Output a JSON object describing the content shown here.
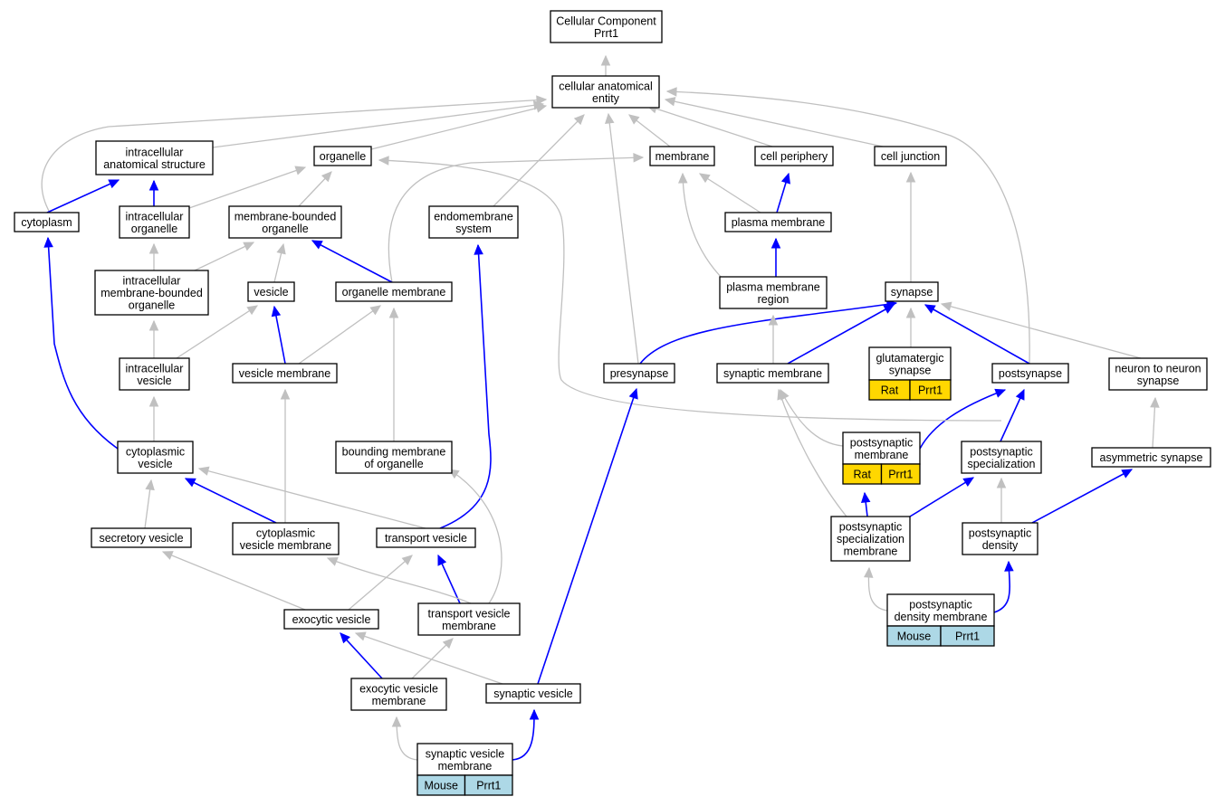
{
  "colors": {
    "is_a_edge": "#c0c0c0",
    "part_of_edge": "#0000ff",
    "rat_annotation": "#ffd700",
    "mouse_annotation": "#add8e6",
    "node_border": "#000000",
    "node_fill": "#ffffff"
  },
  "nodes": [
    {
      "id": "root",
      "lines": [
        "Cellular Component",
        "Prrt1"
      ]
    },
    {
      "id": "cae",
      "lines": [
        "cellular anatomical",
        "entity"
      ]
    },
    {
      "id": "ias",
      "lines": [
        "intracellular",
        "anatomical structure"
      ]
    },
    {
      "id": "organelle",
      "lines": [
        "organelle"
      ]
    },
    {
      "id": "membrane",
      "lines": [
        "membrane"
      ]
    },
    {
      "id": "cellperiphery",
      "lines": [
        "cell periphery"
      ]
    },
    {
      "id": "celljunction",
      "lines": [
        "cell junction"
      ]
    },
    {
      "id": "cytoplasm",
      "lines": [
        "cytoplasm"
      ]
    },
    {
      "id": "intraorg",
      "lines": [
        "intracellular",
        "organelle"
      ]
    },
    {
      "id": "mbo",
      "lines": [
        "membrane-bounded",
        "organelle"
      ]
    },
    {
      "id": "endomem",
      "lines": [
        "endomembrane",
        "system"
      ]
    },
    {
      "id": "plasmamem",
      "lines": [
        "plasma membrane"
      ]
    },
    {
      "id": "imbo",
      "lines": [
        "intracellular",
        "membrane-bounded",
        "organelle"
      ]
    },
    {
      "id": "vesicle",
      "lines": [
        "vesicle"
      ]
    },
    {
      "id": "orgmem",
      "lines": [
        "organelle membrane"
      ]
    },
    {
      "id": "pmregion",
      "lines": [
        "plasma membrane",
        "region"
      ]
    },
    {
      "id": "synapse",
      "lines": [
        "synapse"
      ]
    },
    {
      "id": "intraves",
      "lines": [
        "intracellular",
        "vesicle"
      ]
    },
    {
      "id": "vesmem",
      "lines": [
        "vesicle membrane"
      ]
    },
    {
      "id": "presynapse",
      "lines": [
        "presynapse"
      ]
    },
    {
      "id": "synmem",
      "lines": [
        "synaptic membrane"
      ]
    },
    {
      "id": "glusyn",
      "lines": [
        "glutamatergic",
        "synapse"
      ],
      "annotation": {
        "species": "Rat",
        "gene": "Prrt1",
        "color": "#ffd700"
      }
    },
    {
      "id": "postsynapse",
      "lines": [
        "postsynapse"
      ]
    },
    {
      "id": "n2n",
      "lines": [
        "neuron to neuron",
        "synapse"
      ]
    },
    {
      "id": "cytoves",
      "lines": [
        "cytoplasmic",
        "vesicle"
      ]
    },
    {
      "id": "bmo",
      "lines": [
        "bounding membrane",
        "of organelle"
      ]
    },
    {
      "id": "psm",
      "lines": [
        "postsynaptic",
        "membrane"
      ],
      "annotation": {
        "species": "Rat",
        "gene": "Prrt1",
        "color": "#ffd700"
      }
    },
    {
      "id": "pss",
      "lines": [
        "postsynaptic",
        "specialization"
      ]
    },
    {
      "id": "asymsyn",
      "lines": [
        "asymmetric synapse"
      ]
    },
    {
      "id": "secves",
      "lines": [
        "secretory vesicle"
      ]
    },
    {
      "id": "cvm",
      "lines": [
        "cytoplasmic",
        "vesicle membrane"
      ]
    },
    {
      "id": "transves",
      "lines": [
        "transport vesicle"
      ]
    },
    {
      "id": "pssm",
      "lines": [
        "postsynaptic",
        "specialization",
        "membrane"
      ]
    },
    {
      "id": "psd",
      "lines": [
        "postsynaptic",
        "density"
      ]
    },
    {
      "id": "exoves",
      "lines": [
        "exocytic vesicle"
      ]
    },
    {
      "id": "tvm",
      "lines": [
        "transport vesicle",
        "membrane"
      ]
    },
    {
      "id": "psdm",
      "lines": [
        "postsynaptic",
        "density membrane"
      ],
      "annotation": {
        "species": "Mouse",
        "gene": "Prrt1",
        "color": "#add8e6"
      }
    },
    {
      "id": "evm",
      "lines": [
        "exocytic vesicle",
        "membrane"
      ]
    },
    {
      "id": "synves",
      "lines": [
        "synaptic vesicle"
      ]
    },
    {
      "id": "svm",
      "lines": [
        "synaptic vesicle",
        "membrane"
      ],
      "annotation": {
        "species": "Mouse",
        "gene": "Prrt1",
        "color": "#add8e6"
      }
    }
  ],
  "edges": [
    {
      "from": "cae",
      "to": "root",
      "rel": "is_a"
    },
    {
      "from": "ias",
      "to": "cae",
      "rel": "is_a"
    },
    {
      "from": "organelle",
      "to": "cae",
      "rel": "is_a"
    },
    {
      "from": "membrane",
      "to": "cae",
      "rel": "is_a"
    },
    {
      "from": "cellperiphery",
      "to": "cae",
      "rel": "is_a"
    },
    {
      "from": "celljunction",
      "to": "cae",
      "rel": "is_a"
    },
    {
      "from": "cytoplasm",
      "to": "cae",
      "rel": "is_a"
    },
    {
      "from": "endomem",
      "to": "cae",
      "rel": "is_a"
    },
    {
      "from": "presynapse",
      "to": "cae",
      "rel": "is_a"
    },
    {
      "from": "postsynapse",
      "to": "cae",
      "rel": "is_a"
    },
    {
      "from": "cytoplasm",
      "to": "ias",
      "rel": "part_of"
    },
    {
      "from": "intraorg",
      "to": "ias",
      "rel": "part_of"
    },
    {
      "from": "intraorg",
      "to": "organelle",
      "rel": "is_a"
    },
    {
      "from": "mbo",
      "to": "organelle",
      "rel": "is_a"
    },
    {
      "from": "orgmem",
      "to": "membrane",
      "rel": "is_a"
    },
    {
      "from": "plasmamem",
      "to": "membrane",
      "rel": "is_a"
    },
    {
      "from": "plasmamem",
      "to": "cellperiphery",
      "rel": "part_of"
    },
    {
      "from": "pmregion",
      "to": "membrane",
      "rel": "is_a"
    },
    {
      "from": "pmregion",
      "to": "plasmamem",
      "rel": "part_of"
    },
    {
      "from": "imbo",
      "to": "intraorg",
      "rel": "is_a"
    },
    {
      "from": "imbo",
      "to": "mbo",
      "rel": "is_a"
    },
    {
      "from": "vesicle",
      "to": "mbo",
      "rel": "is_a"
    },
    {
      "from": "orgmem",
      "to": "mbo",
      "rel": "part_of"
    },
    {
      "from": "synapse",
      "to": "celljunction",
      "rel": "is_a"
    },
    {
      "from": "intraves",
      "to": "imbo",
      "rel": "is_a"
    },
    {
      "from": "intraves",
      "to": "vesicle",
      "rel": "is_a"
    },
    {
      "from": "vesmem",
      "to": "vesicle",
      "rel": "part_of"
    },
    {
      "from": "vesmem",
      "to": "orgmem",
      "rel": "is_a"
    },
    {
      "from": "presynapse",
      "to": "synapse",
      "rel": "part_of"
    },
    {
      "from": "synmem",
      "to": "pmregion",
      "rel": "is_a"
    },
    {
      "from": "synmem",
      "to": "synapse",
      "rel": "part_of"
    },
    {
      "from": "glusyn",
      "to": "synapse",
      "rel": "is_a"
    },
    {
      "from": "postsynapse",
      "to": "synapse",
      "rel": "part_of"
    },
    {
      "from": "n2n",
      "to": "synapse",
      "rel": "is_a"
    },
    {
      "from": "cytoves",
      "to": "intraves",
      "rel": "is_a"
    },
    {
      "from": "cytoves",
      "to": "cytoplasm",
      "rel": "part_of"
    },
    {
      "from": "bmo",
      "to": "orgmem",
      "rel": "is_a"
    },
    {
      "from": "psm",
      "to": "synmem",
      "rel": "is_a"
    },
    {
      "from": "psm",
      "to": "postsynapse",
      "rel": "part_of"
    },
    {
      "from": "pss",
      "to": "organelle",
      "rel": "is_a"
    },
    {
      "from": "pss",
      "to": "postsynapse",
      "rel": "part_of"
    },
    {
      "from": "asymsyn",
      "to": "n2n",
      "rel": "is_a"
    },
    {
      "from": "secves",
      "to": "cytoves",
      "rel": "is_a"
    },
    {
      "from": "cvm",
      "to": "cytoves",
      "rel": "part_of"
    },
    {
      "from": "cvm",
      "to": "vesmem",
      "rel": "is_a"
    },
    {
      "from": "transves",
      "to": "cytoves",
      "rel": "is_a"
    },
    {
      "from": "transves",
      "to": "endomem",
      "rel": "part_of"
    },
    {
      "from": "pssm",
      "to": "psm",
      "rel": "part_of"
    },
    {
      "from": "pssm",
      "to": "synmem",
      "rel": "is_a"
    },
    {
      "from": "pssm",
      "to": "pss",
      "rel": "part_of"
    },
    {
      "from": "psd",
      "to": "pss",
      "rel": "is_a"
    },
    {
      "from": "psd",
      "to": "asymsyn",
      "rel": "part_of"
    },
    {
      "from": "exoves",
      "to": "secves",
      "rel": "is_a"
    },
    {
      "from": "exoves",
      "to": "transves",
      "rel": "is_a"
    },
    {
      "from": "tvm",
      "to": "transves",
      "rel": "part_of"
    },
    {
      "from": "tvm",
      "to": "cvm",
      "rel": "is_a"
    },
    {
      "from": "tvm",
      "to": "bmo",
      "rel": "is_a"
    },
    {
      "from": "psdm",
      "to": "pssm",
      "rel": "is_a"
    },
    {
      "from": "psdm",
      "to": "psd",
      "rel": "part_of"
    },
    {
      "from": "evm",
      "to": "exoves",
      "rel": "part_of"
    },
    {
      "from": "evm",
      "to": "tvm",
      "rel": "is_a"
    },
    {
      "from": "synves",
      "to": "exoves",
      "rel": "is_a"
    },
    {
      "from": "synves",
      "to": "presynapse",
      "rel": "part_of"
    },
    {
      "from": "svm",
      "to": "evm",
      "rel": "is_a"
    },
    {
      "from": "svm",
      "to": "synves",
      "rel": "part_of"
    }
  ]
}
